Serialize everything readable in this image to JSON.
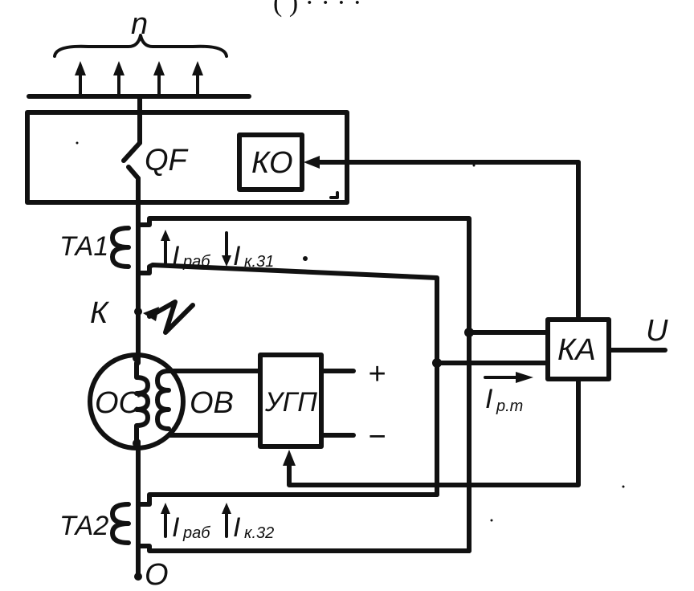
{
  "header_text": "(   ) · ·   · ·",
  "labels": {
    "bus_n": "n",
    "breaker": "QF",
    "trip_coil": "КО",
    "ct1": "ТА1",
    "ct1_i_work": "I",
    "ct1_i_work_sub": "раб",
    "ct1_i_fault": "I",
    "ct1_i_fault_sub": "к.31",
    "fault_point": "К",
    "stator_winding": "ОС",
    "field_winding": "ОВ",
    "exciter_block": "УГП",
    "plus": "+",
    "minus": "−",
    "relay": "КА",
    "relay_output": "U",
    "relay_current": "I",
    "relay_current_sub": "р.т",
    "ct2": "ТА2",
    "ct2_i_work": "I",
    "ct2_i_work_sub": "раб",
    "ct2_i_fault": "I",
    "ct2_i_fault_sub": "к.32",
    "neutral": "О"
  },
  "colors": {
    "ink": "#111111",
    "paper": "#ffffff"
  }
}
